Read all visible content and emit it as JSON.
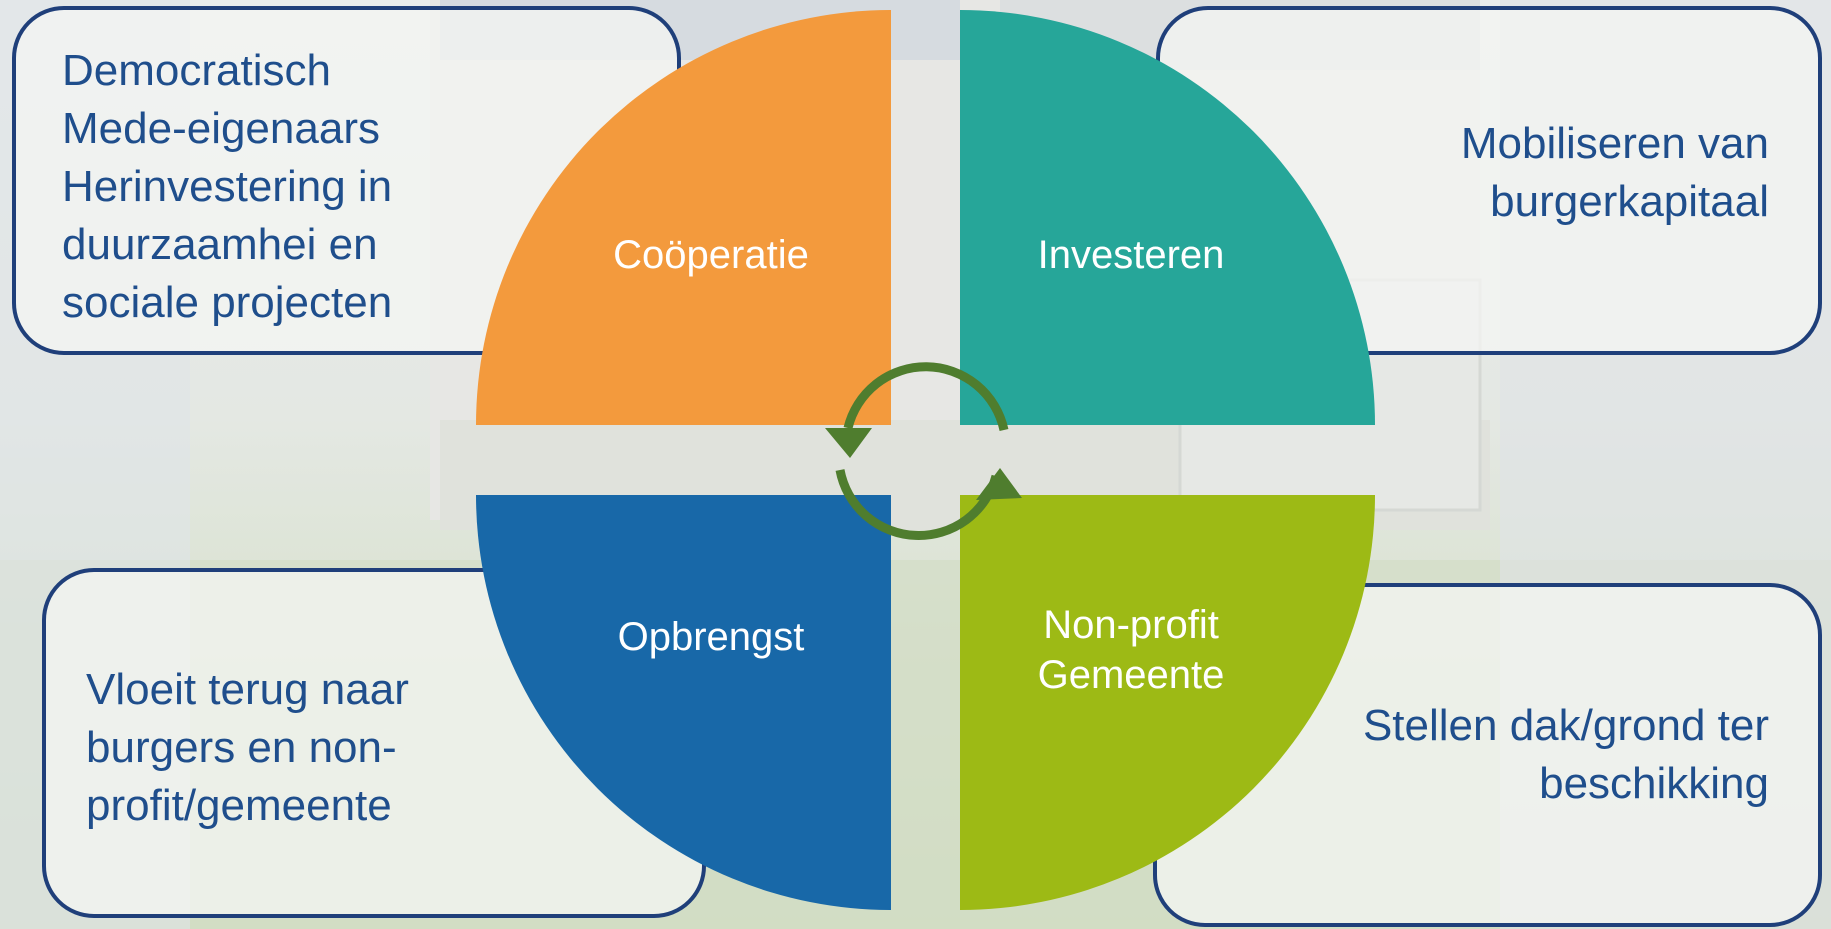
{
  "colors": {
    "cooperatie": "#f39a3d",
    "investeren": "#26a699",
    "opbrengst": "#1868a8",
    "nonprofit": "#9dba15",
    "box_border": "#1f3f7a",
    "text": "#1f4e8c",
    "arrow": "#4f7d2e"
  },
  "quadrants": {
    "cooperatie": {
      "label": "Coöperatie"
    },
    "investeren": {
      "label": "Investeren"
    },
    "opbrengst": {
      "label": "Opbrengst"
    },
    "nonprofit": {
      "lines": [
        "Non-profit",
        "Gemeente"
      ]
    }
  },
  "boxes": {
    "top_left": {
      "lines": [
        "Democratisch",
        "Mede-eigenaars",
        "Herinvestering in",
        "duurzaamhei en",
        "sociale projecten"
      ]
    },
    "top_right": {
      "lines": [
        "Mobiliseren van",
        "burgerkapitaal"
      ]
    },
    "bottom_left": {
      "lines": [
        "Vloeit terug naar",
        "burgers en non-",
        "profit/gemeente"
      ]
    },
    "bottom_right": {
      "lines": [
        "Stellen dak/grond ter",
        "beschikking"
      ]
    }
  },
  "center": {
    "icon": "cycle-arrows-icon"
  }
}
